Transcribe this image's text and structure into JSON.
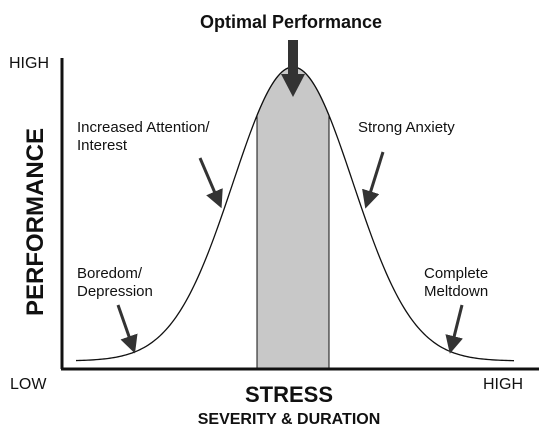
{
  "title": "Optimal Performance",
  "y_axis": {
    "label": "PERFORMANCE",
    "high": "HIGH",
    "low": "LOW"
  },
  "x_axis": {
    "label": "STRESS",
    "sublabel": "SEVERITY & DURATION",
    "high": "HIGH"
  },
  "annotations": {
    "attention_line1": "Increased Attention/",
    "attention_line2": "Interest",
    "anxiety": "Strong Anxiety",
    "boredom_line1": "Boredom/",
    "boredom_line2": "Depression",
    "meltdown_line1": "Complete",
    "meltdown_line2": "Meltdown"
  },
  "colors": {
    "curve": "#111111",
    "optimal_zone": "#c8c8c8",
    "arrow": "#333333"
  }
}
